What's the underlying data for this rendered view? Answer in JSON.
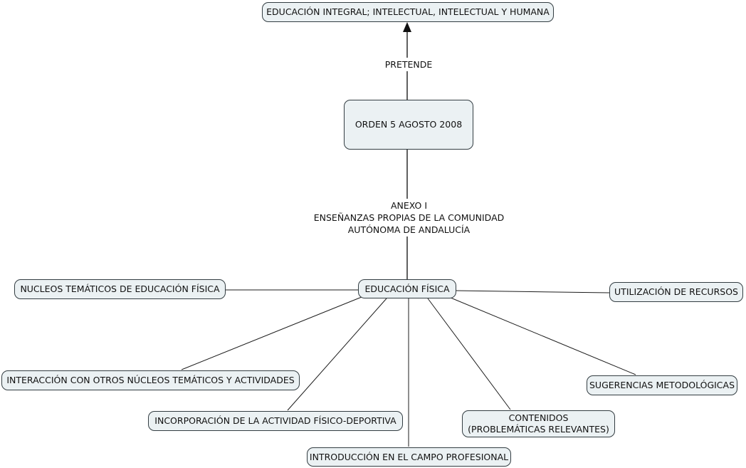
{
  "diagram": {
    "title": "Mapa conceptual ORDEN 5 AGOSTO 2008 - Educación Física",
    "colors": {
      "background": "#ffffff",
      "node_fill": "#ebf1f3",
      "node_border": "#333d42",
      "line": "#1c1c1c",
      "text": "#111111"
    },
    "nodes": {
      "educacion_integral": {
        "label": "EDUCACIÓN INTEGRAL; INTELECTUAL, INTELECTUAL Y HUMANA"
      },
      "orden": {
        "label": "ORDEN 5 AGOSTO 2008"
      },
      "educacion_fisica": {
        "label": "EDUCACIÓN FÍSICA"
      },
      "nucleos_tematicos": {
        "label": "NUCLEOS TEMÁTICOS DE EDUCACIÓN FÍSICA"
      },
      "utilizacion_recursos": {
        "label": "UTILIZACIÓN DE RECURSOS"
      },
      "interaccion": {
        "label": "INTERACCIÓN CON OTROS NÚCLEOS TEMÁTICOS Y ACTIVIDADES"
      },
      "incorporacion": {
        "label": "INCORPORACIÓN DE LA ACTIVIDAD FÍSICO-DEPORTIVA"
      },
      "introduccion": {
        "label": "INTRODUCCIÓN EN EL CAMPO PROFESIONAL"
      },
      "contenidos": {
        "label_line1": "CONTENIDOS",
        "label_line2": "(PROBLEMÁTICAS RELEVANTES)"
      },
      "sugerencias": {
        "label": "SUGERENCIAS METODOLÓGICAS"
      }
    },
    "link_labels": {
      "pretende": "PRETENDE",
      "anexo_line1": "ANEXO I",
      "anexo_line2": "ENSEÑANZAS PROPIAS DE LA COMUNIDAD",
      "anexo_line3": "AUTÓNOMA DE ANDALUCÍA"
    }
  }
}
